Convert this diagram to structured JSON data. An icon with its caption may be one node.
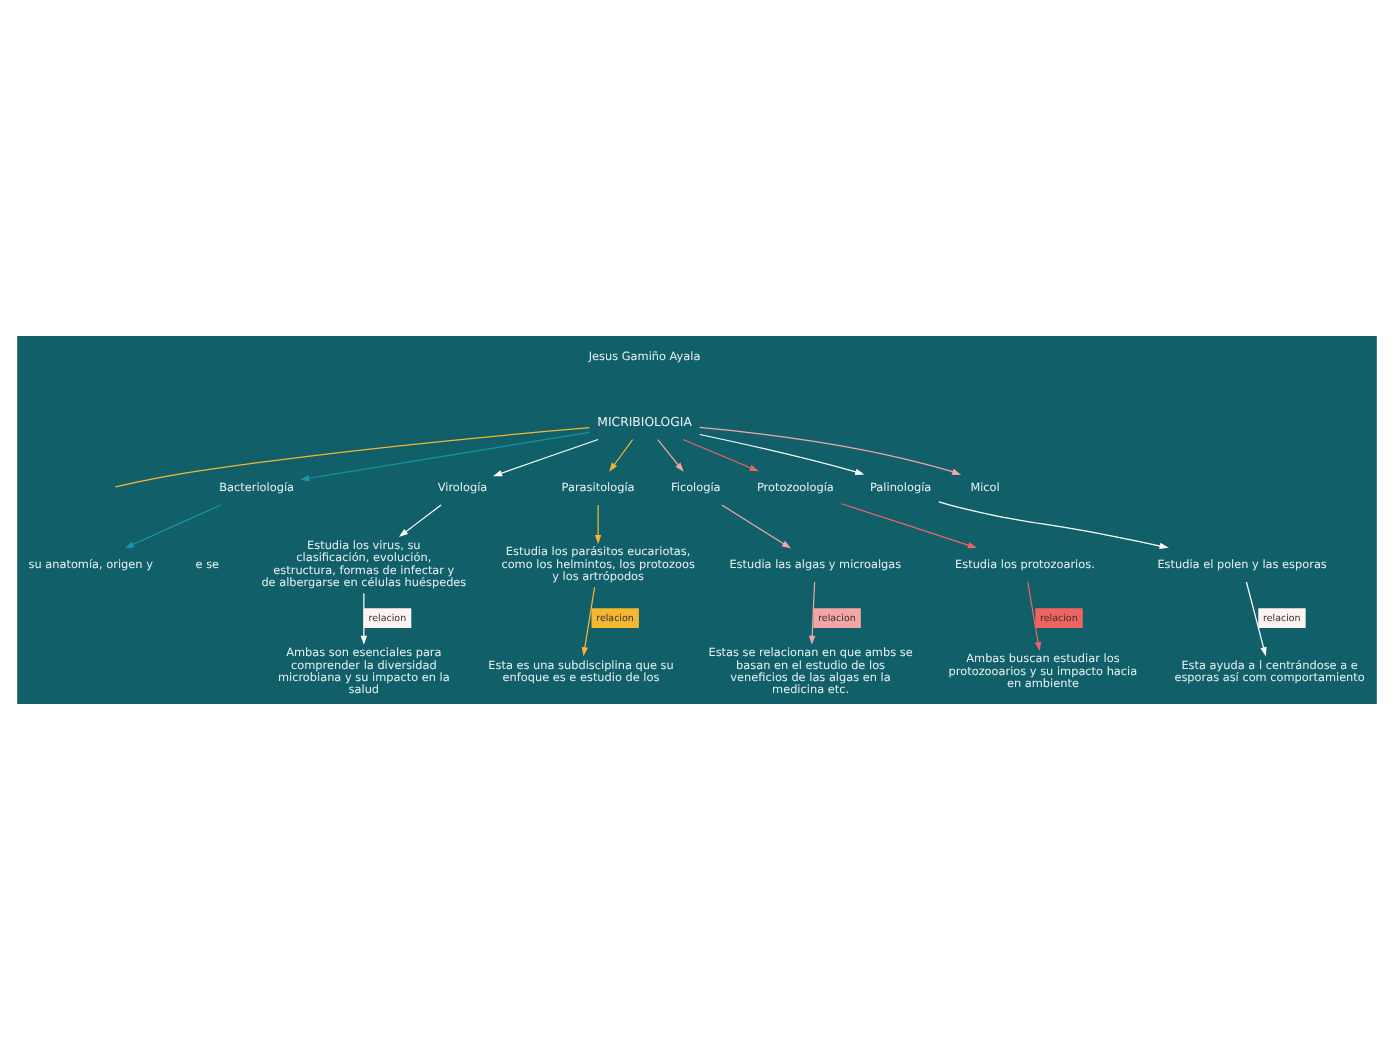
{
  "diagram": {
    "nodes": [
      {
        "text": [
          "MICRIBIOLOGIA"
        ]
      },
      {
        "text": [
          "Bacteriología"
        ]
      },
      {
        "text": [
          "Virología"
        ]
      },
      {
        "text": [
          "Parasitología"
        ]
      },
      {
        "text": [
          "Ficología"
        ]
      },
      {
        "text": [
          "Protozoología"
        ]
      },
      {
        "text": [
          "Palinología"
        ]
      },
      {
        "text": [
          "Micol"
        ]
      },
      {
        "text": [
          "su anatomía, origen y"
        ]
      },
      {
        "text": [
          "Estudia los virus, su clasificación, evolución, estructura, formas de infectar y de albergarse en células huéspedes"
        ]
      },
      {
        "text": [
          "Ambas son esenciales para comprender la diversidad microbiana y su impacto en la salud"
        ]
      },
      {
        "text": [
          "Estudia los parásitos eucariotas, como los helmintos, los protozoos y los artrópodos"
        ]
      },
      {
        "text": [
          "Esta es una subdisciplina que su enfoque es e estudio de los"
        ]
      },
      {
        "text": [
          "Estudia las algas y microalgas"
        ]
      },
      {
        "text": [
          "Estas se relacionan en que ambs se basan en el estudio de los veneficios de las algas en la medicina etc."
        ]
      },
      {
        "text": [
          "Estudia los protozoarios."
        ]
      },
      {
        "text": [
          "Ambas buscan estudiar los protozooarios y su impacto hacia en ambiente"
        ]
      },
      {
        "text": [
          "Estudia el polen y las esporas"
        ]
      },
      {
        "text": [
          "Esta ayuda a l centrándose a e esporas así com comportamiento"
        ]
      }
    ],
    "edges": [
      {
        "from": 0,
        "to": null,
        "arrow": "none",
        "color": "#f5b731"
      },
      {
        "from": 0,
        "to": 1,
        "arrow": "to",
        "color": "#1a94a8"
      },
      {
        "from": 0,
        "to": 2,
        "arrow": "to"
      },
      {
        "from": 0,
        "to": 3,
        "arrow": "to",
        "color": "#f5b731"
      },
      {
        "from": 0,
        "to": 4,
        "arrow": "to",
        "color": "#f4a6a6"
      },
      {
        "from": 0,
        "to": 5,
        "arrow": "to",
        "color": "#ef6461"
      },
      {
        "from": 0,
        "to": 6,
        "arrow": "to"
      },
      {
        "from": 0,
        "to": 7,
        "arrow": "to",
        "color": "#f4a6a6"
      },
      {
        "from": 1,
        "to": 8,
        "arrow": "to",
        "color": "#1a94a8"
      },
      {
        "from": 2,
        "to": 9,
        "arrow": "to"
      },
      {
        "from": 9,
        "to": 10,
        "arrow": "to",
        "label": "relacion"
      },
      {
        "from": 3,
        "to": 11,
        "arrow": "to",
        "color": "#f5b731"
      },
      {
        "from": 11,
        "to": 12,
        "arrow": "to",
        "label": "relacion",
        "color": "#f5b731"
      },
      {
        "from": 4,
        "to": 13,
        "arrow": "to",
        "color": "#f4a6a6"
      },
      {
        "from": 13,
        "to": 14,
        "arrow": "to",
        "label": "relacion",
        "color": "#f4a6a6"
      },
      {
        "from": 5,
        "to": 15,
        "arrow": "to",
        "color": "#ef6461"
      },
      {
        "from": 15,
        "to": 16,
        "arrow": "to",
        "label": "relacion",
        "color": "#ef6461"
      },
      {
        "from": 6,
        "to": 17,
        "arrow": "to"
      },
      {
        "from": 17,
        "to": 18,
        "arrow": "to",
        "label": "relacion"
      }
    ],
    "labels": [
      "Jesus Gamiño Ayala",
      "e se"
    ]
  }
}
